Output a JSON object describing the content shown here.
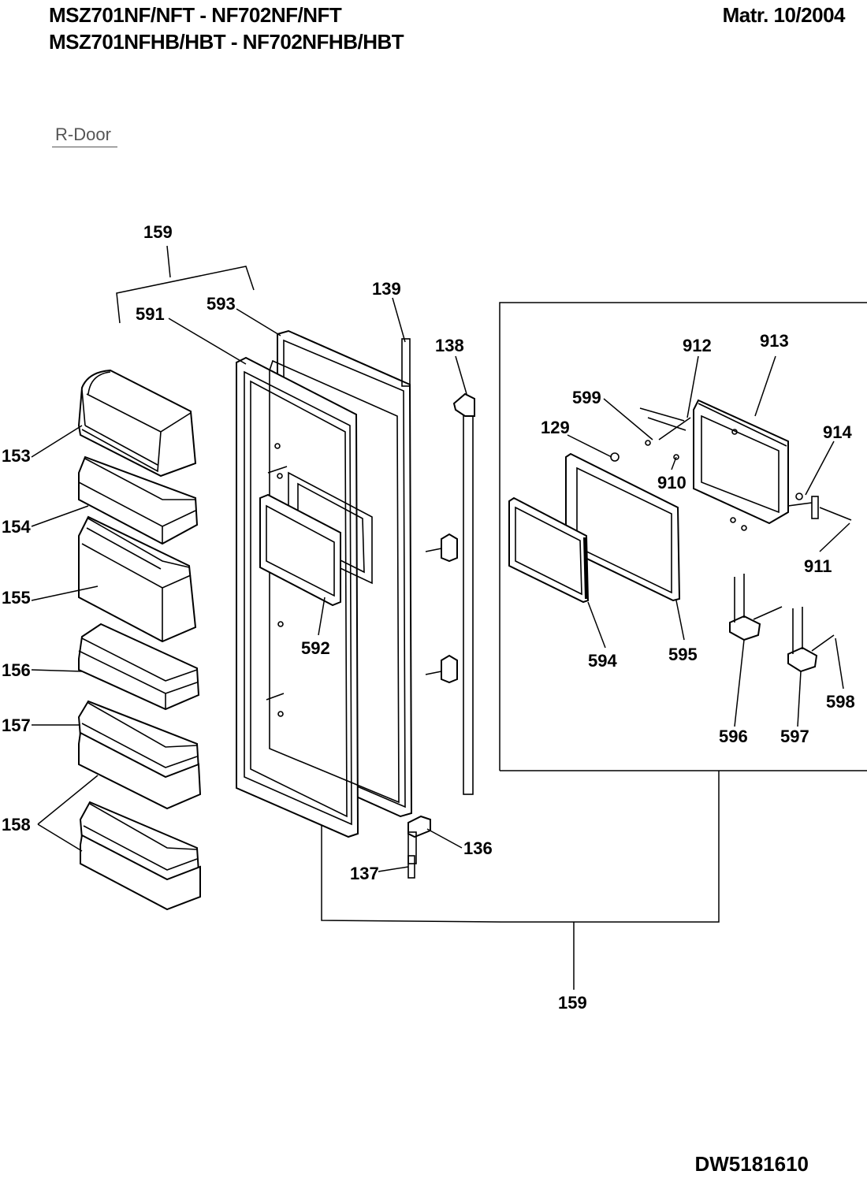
{
  "header": {
    "title_line1": "MSZ701NF/NFT - NF702NF/NFT",
    "title_line2": "MSZ701NFHB/HBT - NF702NFHB/HBT",
    "matr": "Matr. 10/2004"
  },
  "section_label": "R-Door",
  "document_id": "DW5181610",
  "callouts": {
    "c159_top": "159",
    "c591": "591",
    "c593": "593",
    "c139": "139",
    "c138": "138",
    "c153": "153",
    "c154": "154",
    "c155": "155",
    "c156": "156",
    "c157": "157",
    "c158": "158",
    "c592": "592",
    "c136": "136",
    "c137": "137",
    "c159_bottom": "159",
    "c912": "912",
    "c913": "913",
    "c599": "599",
    "c914": "914",
    "c129": "129",
    "c910": "910",
    "c911": "911",
    "c594": "594",
    "c595": "595",
    "c598": "598",
    "c596": "596",
    "c597": "597"
  }
}
